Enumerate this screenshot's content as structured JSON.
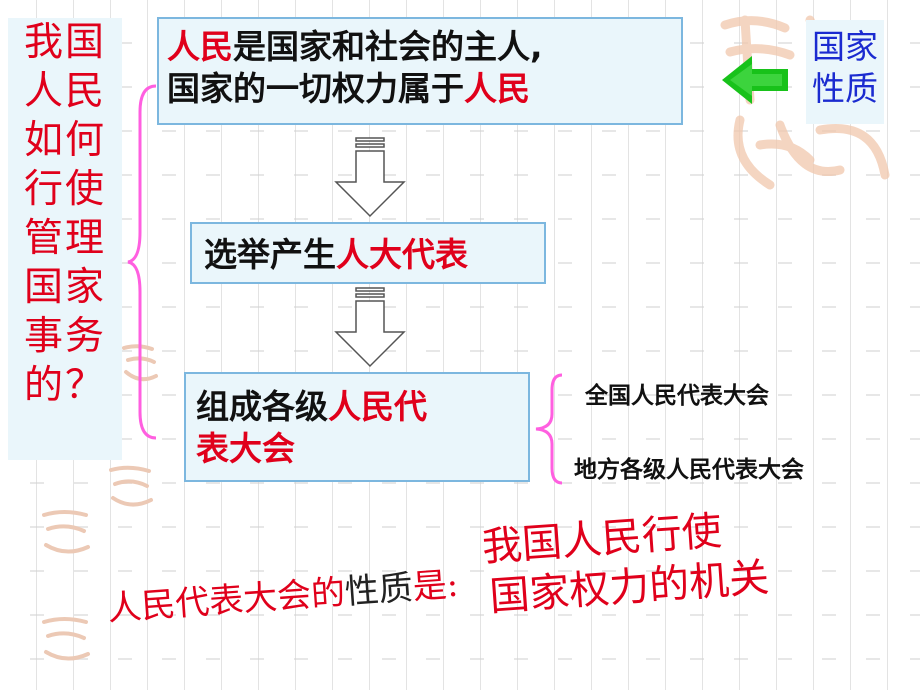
{
  "question": {
    "lines": [
      "我国",
      "人民",
      "如何",
      "行使",
      "管理",
      "国家",
      "事务",
      "的？"
    ]
  },
  "box1": {
    "r1": "人民",
    "t1": "是国家和社会的主人,",
    "t2": "国家的一切权力属于",
    "r2": "人民"
  },
  "box2": {
    "t1": "选举产生",
    "r1": "人大代表"
  },
  "box3": {
    "t1": "组成各级",
    "r1": "人民代",
    "r2": "表大会"
  },
  "nature_label": {
    "line1": "国家",
    "line2": "性质"
  },
  "branches": [
    "全国人民代表大会",
    "地方各级人民代表大会"
  ],
  "conclusion": {
    "part1": "人民代表大会的",
    "part2": "性质",
    "part3": "是:",
    "line1": "我国人民行使",
    "line2": "国家权力的机关"
  },
  "colors": {
    "red": "#e0001b",
    "blue_text": "#1b2bd0",
    "box_fill": "#eaf6fb",
    "box_border": "#7cb7df",
    "arrow_green": "#18c21a",
    "brace": "#ff00cc"
  }
}
